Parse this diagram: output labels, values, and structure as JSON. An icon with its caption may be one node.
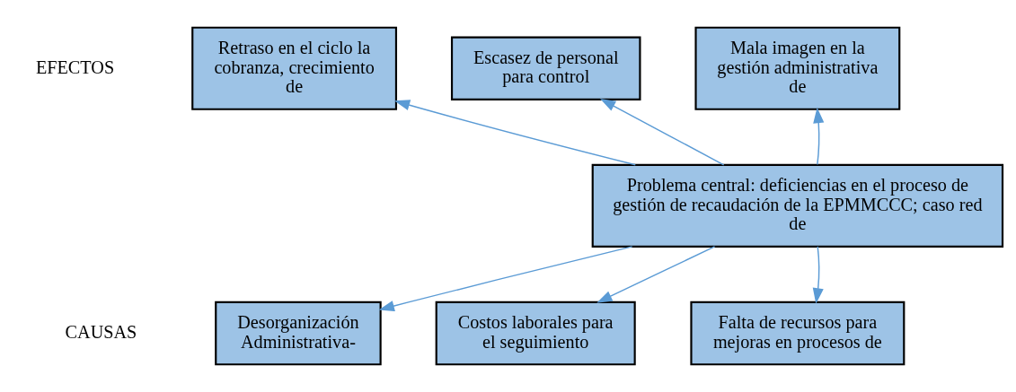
{
  "diagram": {
    "nodes": [
      {
        "text": [
          "Retraso en el ciclo la cobranza, crecimiento de"
        ]
      },
      {
        "text": [
          "Escasez de personal para control"
        ]
      },
      {
        "text": [
          "Mala imagen en la gestión administrativa de"
        ]
      },
      {
        "text": [
          "Problema central: deficiencias en el proceso de gestión de recaudación de la EPMMCCC; caso red de"
        ]
      },
      {
        "text": [
          "Desorganización Administrativa-"
        ]
      },
      {
        "text": [
          "Costos laborales para el seguimiento"
        ]
      },
      {
        "text": [
          "Falta de recursos para mejoras en procesos de"
        ]
      }
    ],
    "edges": [
      {
        "from": 3,
        "to": 0,
        "arrow": "to"
      },
      {
        "from": 3,
        "to": 1,
        "arrow": "to"
      },
      {
        "from": 3,
        "to": 2,
        "arrow": "to"
      },
      {
        "from": 3,
        "to": 4,
        "arrow": "to"
      },
      {
        "from": 3,
        "to": 5,
        "arrow": "to"
      },
      {
        "from": 3,
        "to": 6,
        "arrow": "to"
      }
    ],
    "labels": [
      "EFECTOS",
      "CAUSAS"
    ]
  }
}
